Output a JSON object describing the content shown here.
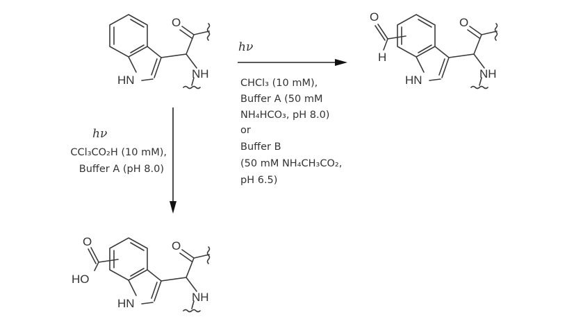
{
  "atoms": {
    "O": "O",
    "HN": "HN",
    "NH": "NH",
    "H": "H",
    "HO": "HO"
  },
  "reaction_right": {
    "light": "hν",
    "lines": [
      "CHCl₃ (10 mM),",
      "Buffer A (50 mM",
      "NH₄HCO₃, pH 8.0)",
      "or",
      "Buffer B",
      "(50 mM NH₄CH₃CO₂,",
      "pH 6.5)"
    ]
  },
  "reaction_down": {
    "light": "hν",
    "lines": [
      "CCl₃CO₂H (10 mM),",
      "Buffer A (pH 8.0)"
    ]
  }
}
